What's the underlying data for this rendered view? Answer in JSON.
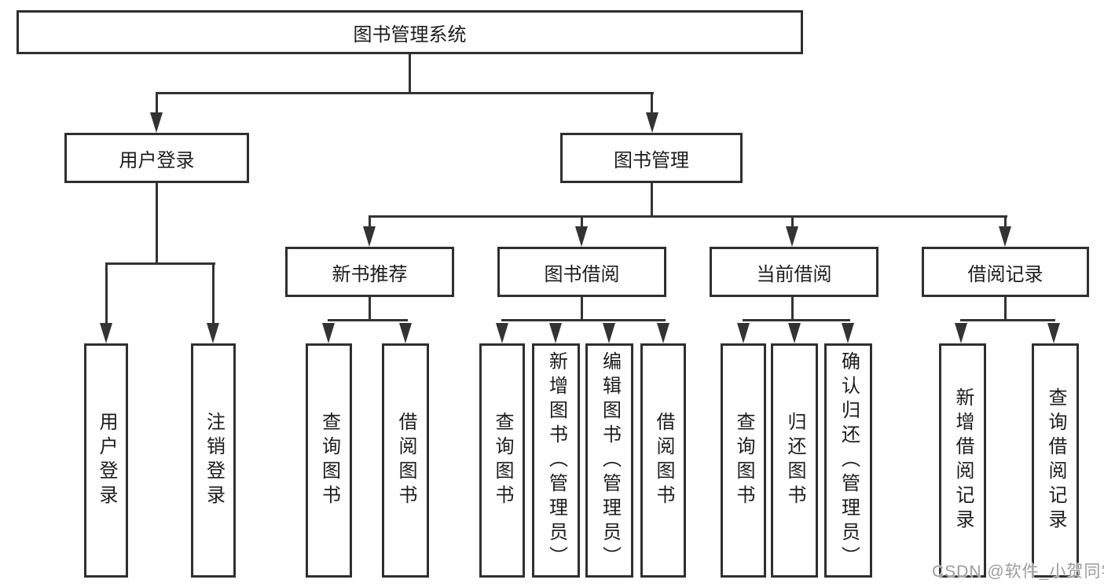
{
  "diagram": {
    "title": "图书管理系统",
    "watermark": "CSDN @软件_小贺同学",
    "colors": {
      "line": "#333333",
      "border": "#2f2f2f",
      "text": "#1c1c1c",
      "watermark": "#9c9c9c",
      "background": "#ffffff"
    },
    "nodes": {
      "root": {
        "label": "图书管理系统"
      },
      "user_login": {
        "label": "用户登录"
      },
      "book_management": {
        "label": "图书管理"
      },
      "new_book_recommend": {
        "label": "新书推荐"
      },
      "book_borrowing": {
        "label": "图书借阅"
      },
      "current_borrowing": {
        "label": "当前借阅"
      },
      "borrowing_records": {
        "label": "借阅记录"
      },
      "leaf_user_login": {
        "label": "用户登录"
      },
      "leaf_logout": {
        "label": "注销登录"
      },
      "leaf_rec_query_books": {
        "label": "查询图书"
      },
      "leaf_rec_borrow_books": {
        "label": "借阅图书"
      },
      "leaf_bor_query_books": {
        "label": "查询图书"
      },
      "leaf_bor_add_books": {
        "label": "新增图书（管理员）"
      },
      "leaf_bor_edit_books": {
        "label": "编辑图书（管理员）"
      },
      "leaf_bor_borrow_books": {
        "label": "借阅图书"
      },
      "leaf_cur_query_books": {
        "label": "查询图书"
      },
      "leaf_cur_return_books": {
        "label": "归还图书"
      },
      "leaf_cur_confirm_return": {
        "label": "确认归还（管理员）"
      },
      "leaf_rec2_add_record": {
        "label": "新增借阅记录"
      },
      "leaf_rec2_query_record": {
        "label": "查询借阅记录"
      }
    }
  }
}
